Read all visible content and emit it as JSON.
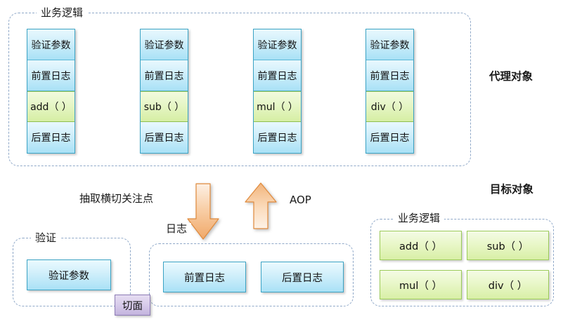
{
  "diagram": {
    "title": "Spring AOP proxy / target object diagram",
    "colors": {
      "cell_blue": "#a9e1f6",
      "cell_green": "#d6eea4",
      "arrow_orange": "#f0a868",
      "aspect_purple": "#c3b4de",
      "dashed_border": "#8fa8c8"
    }
  },
  "proxy_section": {
    "group_label": "业务逻辑",
    "side_label": "代理对象",
    "row_labels": {
      "validate": "验证参数",
      "before_log": "前置日志",
      "after_log": "后置日志"
    },
    "cards": [
      {
        "validate": "验证参数",
        "before_log": "前置日志",
        "method": "add（ ）",
        "after_log": "后置日志"
      },
      {
        "validate": "验证参数",
        "before_log": "前置日志",
        "method": "sub（ ）",
        "after_log": "后置日志"
      },
      {
        "validate": "验证参数",
        "before_log": "前置日志",
        "method": "mul（ ）",
        "after_log": "后置日志"
      },
      {
        "validate": "验证参数",
        "before_log": "前置日志",
        "method": "div（ ）",
        "after_log": "后置日志"
      }
    ]
  },
  "middle": {
    "extract_label": "抽取横切关注点",
    "aop_label": "AOP",
    "down_arrow_name": "down-arrow",
    "up_arrow_name": "up-arrow"
  },
  "aspects_section": {
    "validate_group_label": "验证",
    "log_group_label": "日志",
    "aspect_badge": "切面",
    "validate_items": [
      "验证参数"
    ],
    "log_items": [
      "前置日志",
      "后置日志"
    ]
  },
  "target_section": {
    "side_label": "目标对象",
    "group_label": "业务逻辑",
    "methods": [
      "add（ ）",
      "sub（ ）",
      "mul（ ）",
      "div（ ）"
    ]
  }
}
